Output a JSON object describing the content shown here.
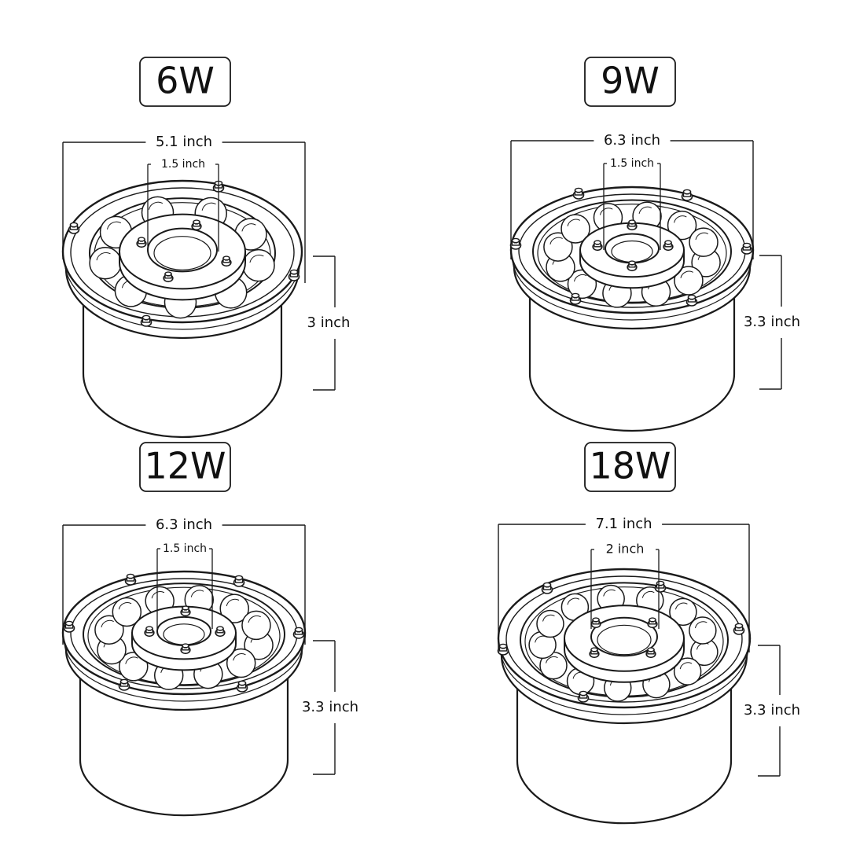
{
  "panels": [
    {
      "title": "6W",
      "width_label": "5.1 inch",
      "hole_label": "1.5 inch",
      "height_label": "3 inch"
    },
    {
      "title": "9W",
      "width_label": "6.3 inch",
      "hole_label": "1.5 inch",
      "height_label": "3.3 inch"
    },
    {
      "title": "12W",
      "width_label": "6.3 inch",
      "hole_label": "1.5 inch",
      "height_label": "3.3 inch"
    },
    {
      "title": "18W",
      "width_label": "7.1 inch",
      "hole_label": "2 inch",
      "height_label": "3.3 inch"
    }
  ],
  "colors": {
    "line": "#1a1a1a",
    "background": "#ffffff"
  }
}
